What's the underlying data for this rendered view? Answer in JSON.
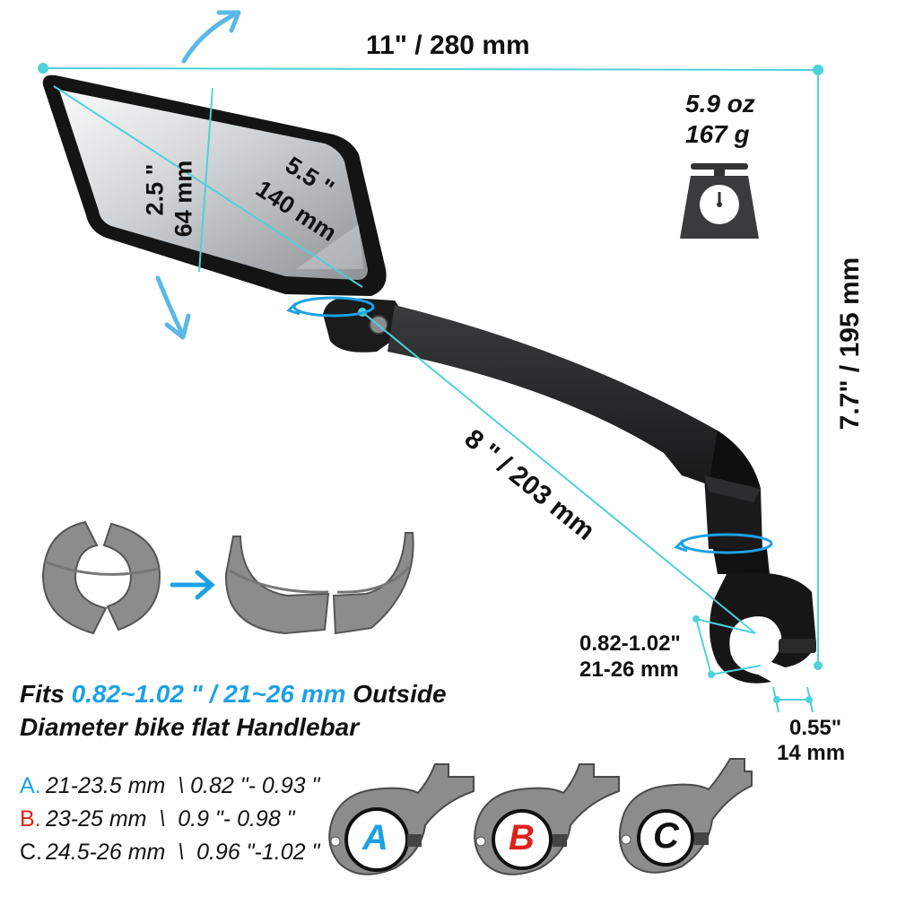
{
  "dimensions": {
    "width_overall": "11\" / 280 mm",
    "height_overall": "7.7\" / 195 mm",
    "arm_length": "8 \" / 203 mm",
    "mirror_width_in": "5.5 \"",
    "mirror_width_mm": "140 mm",
    "mirror_height_in": "2.5 \"",
    "mirror_height_mm": "64 mm",
    "clamp_diameter_in": "0.82-1.02\"",
    "clamp_diameter_mm": "21-26 mm",
    "clamp_width_in": "0.55\"",
    "clamp_width_mm": "14 mm"
  },
  "weight": {
    "oz": "5.9 oz",
    "g": "167 g"
  },
  "fits": {
    "prefix": "Fits ",
    "range": "0.82~1.02 \" / 21~26 mm",
    "suffix": " Outside",
    "line2": "Diameter bike flat Handlebar"
  },
  "sizes": [
    {
      "letter": "A.",
      "text": "21-23.5 mm  \\ 0.82 \"- 0.93 \"",
      "color": "#1da1e6"
    },
    {
      "letter": "B.",
      "text": "23-25 mm  \\  0.9 \"- 0.98 \"",
      "color": "#e0201b"
    },
    {
      "letter": "C.",
      "text": "24.5-26 mm  \\  0.96 \"-1.02 \"",
      "color": "#111111"
    }
  ],
  "clips": [
    {
      "letter": "A",
      "color": "#1da1e6"
    },
    {
      "letter": "B",
      "color": "#e0201b"
    },
    {
      "letter": "C",
      "color": "#111111"
    }
  ],
  "colors": {
    "accent": "#4fd1d9",
    "arrow": "#5bb8e6",
    "highlight": "#1da1e6"
  },
  "icons": [
    "rotate-up-arrow-icon",
    "rotate-down-arrow-icon",
    "scale-icon",
    "swivel-arrow-icon",
    "right-arrow-icon"
  ]
}
